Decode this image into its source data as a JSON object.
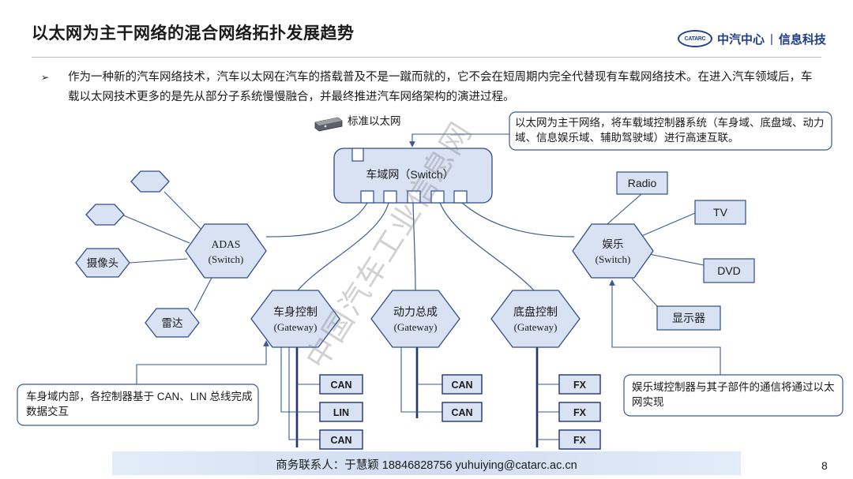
{
  "slide": {
    "title": "以太网为主干网络的混合网络拓扑发展趋势",
    "page_number": "8",
    "bullet_mark": "➢",
    "bullet_text": "作为一种新的汽车网络技术，汽车以太网在汽车的搭载普及不是一蹴而就的，它不会在短周期内完全代替现有车载网络技术。在进入汽车领域后，车载以太网技术更多的是先从部分子系统慢慢融合，并最终推进汽车网络架构的演进过程。"
  },
  "logo": {
    "emblem": "CATARC",
    "org": "中汽中心",
    "sep": "|",
    "dept": "信息科技"
  },
  "footer": {
    "contact": "商务联系人：于慧颖   18846828756   yuhuiying@catarc.ac.cn"
  },
  "watermark": "中国汽车工业信息网",
  "diagram": {
    "ethernet_legend": "标准以太网",
    "switch_label": "车域网（Switch）",
    "top_note": "以太网为主干网络，将车载域控制器系统（车身域、底盘域、动力域、信息娱乐域、辅助驾驶域）进行高速互联。",
    "adas": {
      "name": "ADAS",
      "type": "(Switch)"
    },
    "adas_children": [
      "",
      "",
      "摄像头",
      "雷达"
    ],
    "ent": {
      "name": "娱乐",
      "type": "(Switch)"
    },
    "ent_children": [
      "Radio",
      "TV",
      "DVD",
      "显示器"
    ],
    "body": {
      "name": "车身控制",
      "type": "(Gateway)"
    },
    "power": {
      "name": "动力总成",
      "type": "(Gateway)"
    },
    "chassis": {
      "name": "底盘控制",
      "type": "(Gateway)"
    },
    "body_buses": [
      "CAN",
      "LIN",
      "CAN"
    ],
    "power_buses": [
      "CAN",
      "CAN"
    ],
    "chassis_buses": [
      "FX",
      "FX",
      "FX"
    ],
    "left_note": "车身域内部，各控制器基于 CAN、LIN 总线完成数据交互",
    "right_note": "娱乐域控制器与其子部件的通信将通过以太网实现"
  },
  "colors": {
    "accent": "#1f3f8a",
    "node_fill": "#d9e2f3",
    "node_stroke": "#2f4d8a",
    "line": "#3b5a94"
  }
}
